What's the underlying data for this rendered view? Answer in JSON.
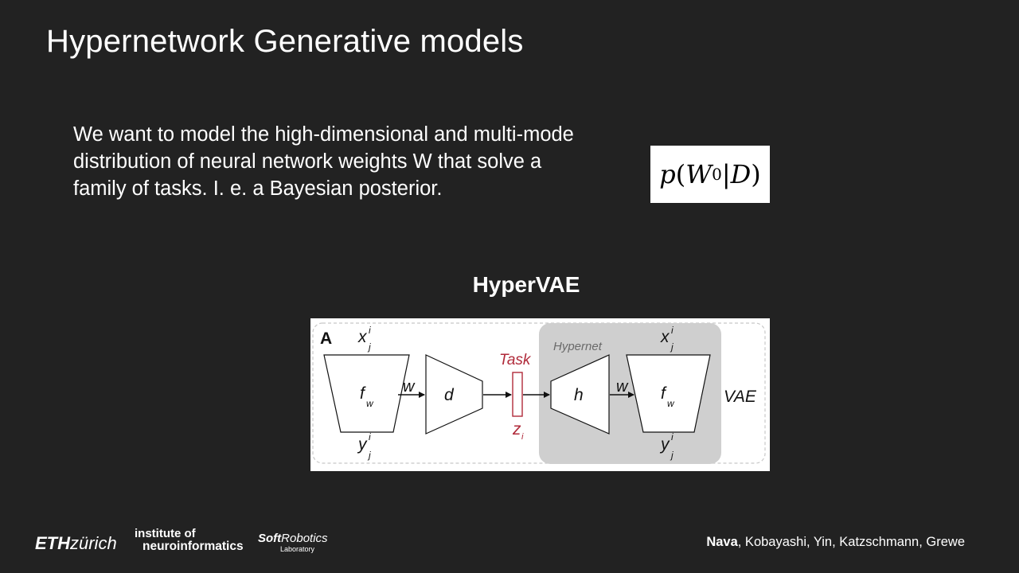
{
  "slide": {
    "title": "Hypernetwork Generative models",
    "body": "We want to model the high-dimensional and multi-mode distribution of neural network weights W that solve a family of tasks. I. e. a Bayesian posterior.",
    "formula": {
      "func": "p",
      "var": "W",
      "sub": "0",
      "cond": "D"
    },
    "section_heading": "HyperVAE"
  },
  "diagram": {
    "panel_label": "A",
    "encoder_input": {
      "base": "x",
      "sup": "i",
      "sub": "j"
    },
    "encoder_output": {
      "base": "y",
      "sup": "i",
      "sub": "j"
    },
    "encoder_net": {
      "base": "f",
      "sub": "w"
    },
    "arrow_w_1": "w",
    "encoder_d": "d",
    "task_label": "Task",
    "latent": {
      "base": "z",
      "sub": "i"
    },
    "hypernet_label": "Hypernet",
    "decoder_h": "h",
    "arrow_w_2": "w",
    "decoder_net": {
      "base": "f",
      "sub": "w"
    },
    "decoder_input": {
      "base": "x",
      "sup": "i",
      "sub": "j"
    },
    "decoder_output": {
      "base": "y",
      "sup": "i",
      "sub": "j"
    },
    "vae_label": "VAE",
    "colors": {
      "task": "#b02a3a",
      "hypernet_bg": "#cfcfcf",
      "hypernet_text": "#6a6a6a",
      "stroke": "#111111"
    }
  },
  "footer": {
    "eth_bold": "ETH",
    "eth_light": "zürich",
    "institute_line1": "institute of",
    "institute_line2": "neuroinformatics",
    "srl_main_bold": "Soft",
    "srl_main_rest": "Robotics",
    "srl_sub": "Laboratory",
    "authors_lead": "Nava",
    "authors_rest": ", Kobayashi, Yin, Katzschmann, Grewe"
  }
}
